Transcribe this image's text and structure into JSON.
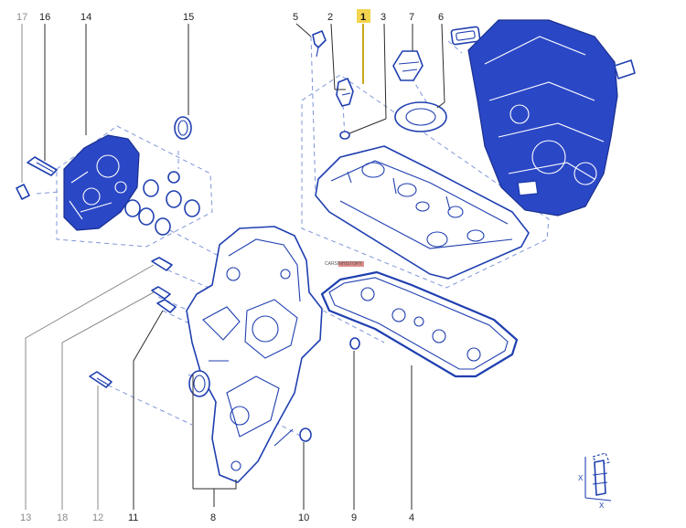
{
  "callouts": {
    "c17": "17",
    "c16": "16",
    "c14": "14",
    "c15": "15",
    "c5": "5",
    "c2": "2",
    "c1": "1",
    "c3": "3",
    "c7": "7",
    "c6": "6",
    "c13": "13",
    "c18": "18",
    "c12": "12",
    "c11": "11",
    "c8": "8",
    "c10": "10",
    "c9": "9",
    "c4": "4"
  },
  "highlighted_callout": "1",
  "watermark": "CARSINHISTORY",
  "torque_marks": {
    "x1": "X",
    "x2": "X"
  },
  "colors": {
    "part_stroke": "#1f3fb0",
    "highlight": "#f3d54e",
    "gray_label": "#8a8a8a"
  }
}
